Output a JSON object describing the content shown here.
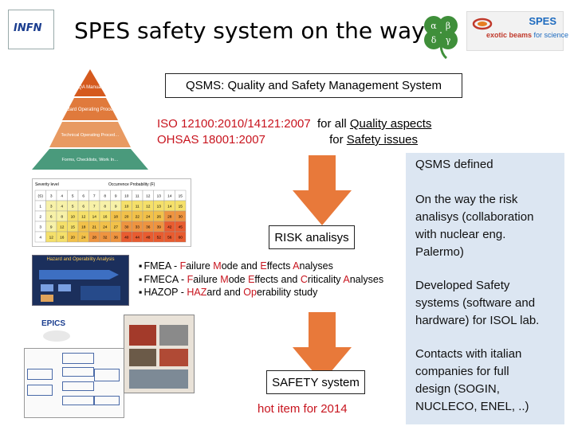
{
  "title": "SPES safety system on the way",
  "logos": {
    "infn_text": "INFN",
    "spes_word": "SPES",
    "spes_tag_exotic": "exotic beams",
    "spes_tag_science": "for science",
    "clover_letters": [
      "α",
      "β",
      "δ",
      "γ"
    ]
  },
  "qsms_box": "QSMS: Quality  and Safety Management System",
  "iso": {
    "line1_std": "ISO 12100:2010/14121:2007",
    "line1_for": "for all",
    "line1_link": "Quality aspects",
    "line2_std": "OHSAS 18001:2007",
    "line2_for": "for",
    "line2_link": "Safety issues"
  },
  "pyramid": [
    "QA Manual",
    "Standard Operating Procedures",
    "Technical Operating Procedures and Manuals",
    "Forms, Checklists, Work Instructions"
  ],
  "risk_box": "RISK analisys",
  "safety_box": "SAFETY system",
  "hot_item": "hot item for 2014",
  "bullets": [
    {
      "pre": "FMEA   - ",
      "f": "F",
      "a1": "ailure ",
      "m": "M",
      "a2": "ode and ",
      "e": "E",
      "a3": "ffects ",
      "aa": "A",
      "a4": "nalyses"
    },
    {
      "pre": "FMECA - ",
      "f": "F",
      "a1": "ailure ",
      "m": "M",
      "a2": "ode ",
      "e": "E",
      "a3": "ffects and ",
      "c": "C",
      "a5": "riticality ",
      "aa": "A",
      "a4": "nalyses"
    }
  ],
  "hazop": {
    "pre": "HAZOP - ",
    "haz": "HAZ",
    "ard": "ard and ",
    "op": "Op",
    "rest": "erability study"
  },
  "sidebar": {
    "item1": "QSMS defined",
    "item2": [
      "On the way the risk",
      "analisys (collaboration",
      "with nuclear eng.",
      "Palermo)"
    ],
    "item3": [
      "Developed Safety",
      "systems  (software and",
      "hardware) for ISOL lab."
    ],
    "item4": [
      "Contacts with italian",
      "companies for full",
      "design (SOGIN,",
      "NUCLECO, ENEL, ..)"
    ]
  },
  "risk_matrix": {
    "header_left": "Severity level",
    "header_right": "Occurrence Probability (F)",
    "cols": [
      "(S)",
      "3",
      "4",
      "5",
      "6",
      "7",
      "8",
      "9",
      "10",
      "11",
      "12",
      "13",
      "14",
      "15"
    ],
    "rows": [
      [
        "1",
        "3",
        "4",
        "5",
        "6",
        "7",
        "8",
        "9",
        "10",
        "11",
        "12",
        "13",
        "14",
        "15"
      ],
      [
        "2",
        "6",
        "8",
        "10",
        "12",
        "14",
        "16",
        "18",
        "20",
        "22",
        "24",
        "26",
        "28",
        "30"
      ],
      [
        "3",
        "9",
        "12",
        "15",
        "18",
        "21",
        "24",
        "27",
        "30",
        "33",
        "36",
        "39",
        "42",
        "45"
      ],
      [
        "4",
        "12",
        "16",
        "20",
        "24",
        "28",
        "32",
        "36",
        "40",
        "44",
        "48",
        "52",
        "56",
        "60"
      ]
    ]
  },
  "images": {
    "hazop_title": "Hazard and Operability Analysis",
    "epics_label": "EPICS"
  }
}
